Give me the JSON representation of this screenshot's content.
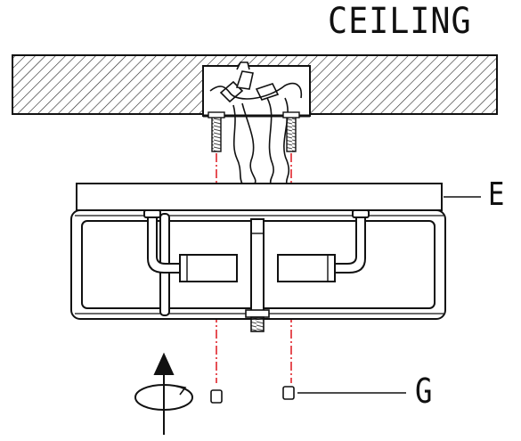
{
  "labels": {
    "ceiling": "CEILING",
    "canopy": "E",
    "cap_nut": "G"
  },
  "colors": {
    "line": "#111111",
    "guide": "#e0242b",
    "background": "#ffffff"
  }
}
